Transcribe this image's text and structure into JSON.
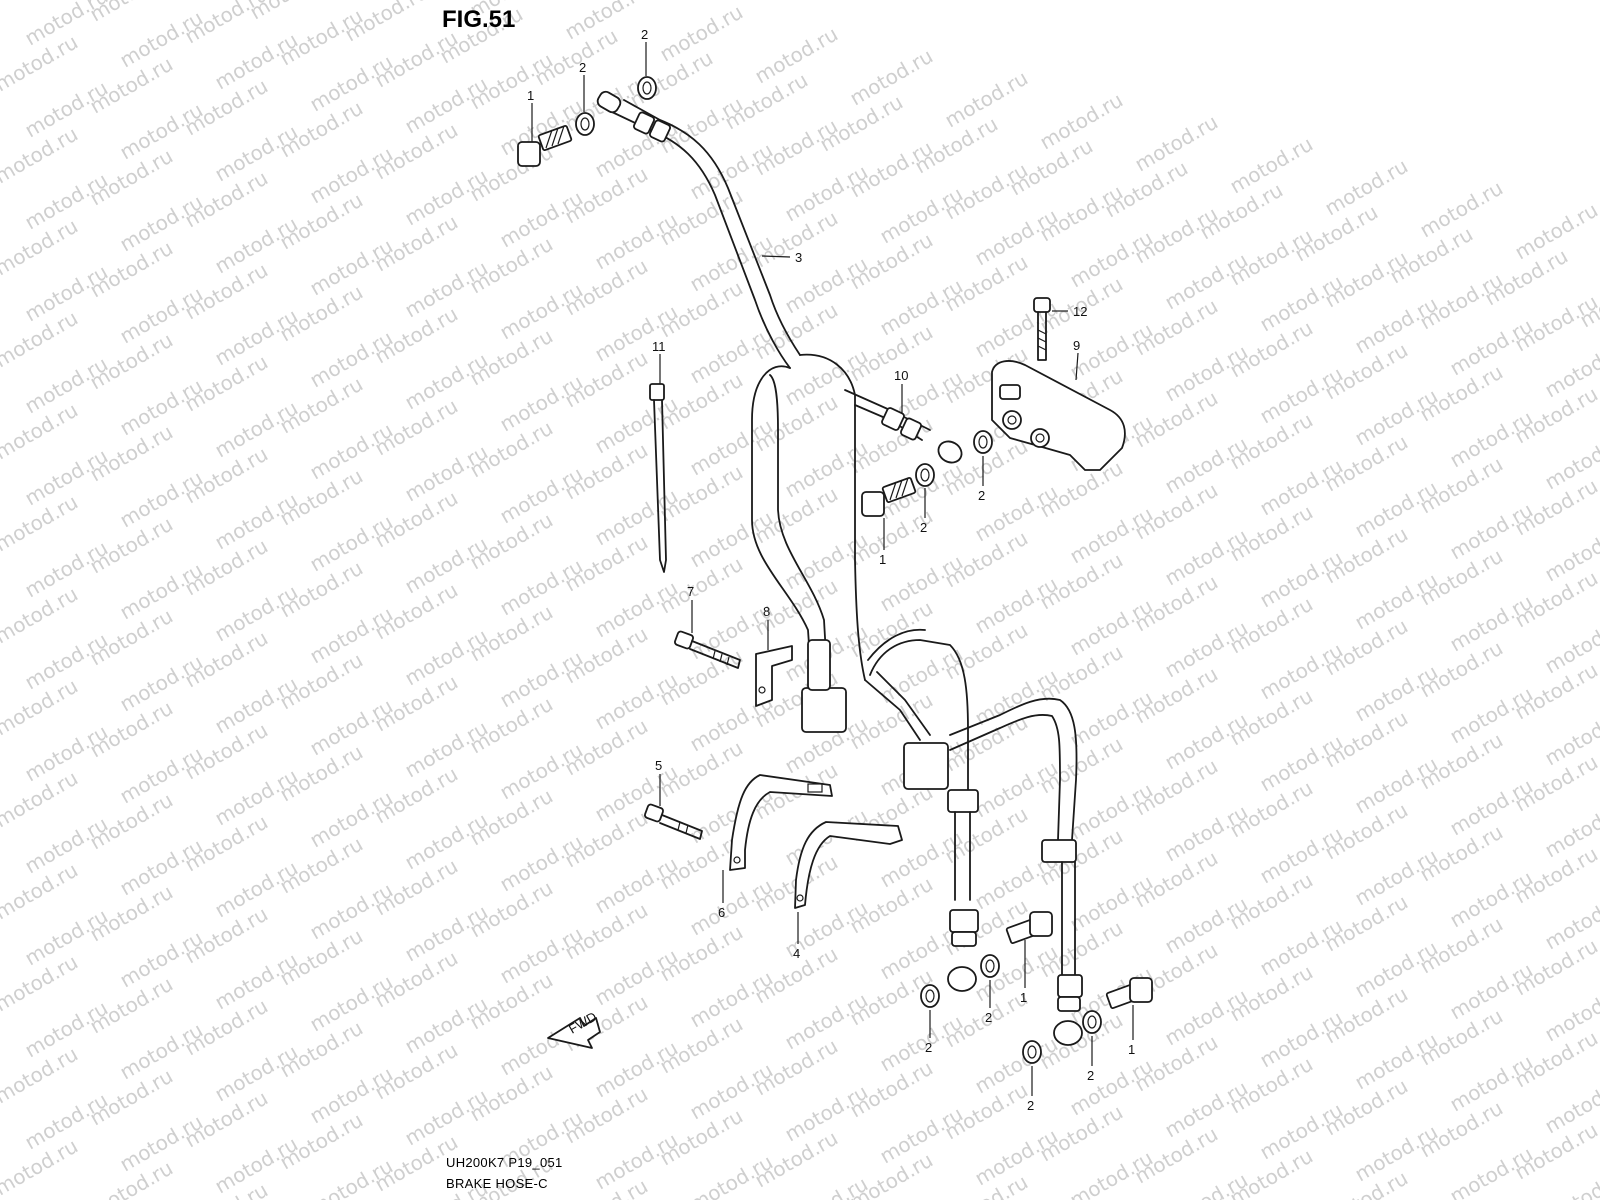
{
  "figure": {
    "title": "FIG.51",
    "code": "UH200K7 P19_051",
    "name": "BRAKE  HOSE-C",
    "watermark": "motod.ru",
    "fwd_label": "FWD",
    "callouts": [
      "1",
      "2",
      "3",
      "4",
      "5",
      "6",
      "7",
      "8",
      "9",
      "10",
      "11",
      "12"
    ]
  }
}
